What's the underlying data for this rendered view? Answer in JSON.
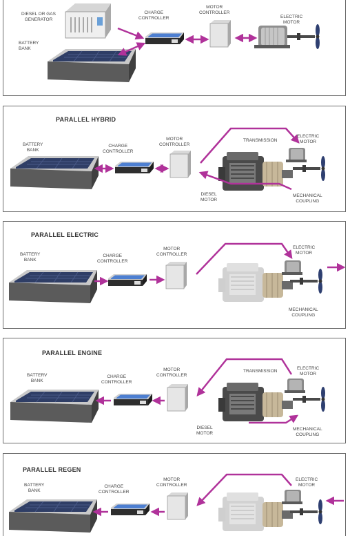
{
  "colors": {
    "arrow": "#b0329a",
    "battery_top": "#2f3e66",
    "controller_top": "#4d7fd1",
    "panel_border": "#6b6b6b",
    "label": "#444444"
  },
  "panels": [
    {
      "title": "",
      "labels": {
        "generator": [
          "DIESEL OR GAS",
          "GENERATOR"
        ],
        "battery": [
          "BATTERY",
          "BANK"
        ],
        "charge": [
          "CHARGE",
          "CONTROLLER"
        ],
        "motor_ctrl": [
          "MOTOR",
          "CONTROLLER"
        ],
        "electric": [
          "ELECTRIC",
          "MOTOR"
        ]
      }
    },
    {
      "title": "PARALLEL HYBRID",
      "labels": {
        "battery": [
          "BATTERY",
          "BANK"
        ],
        "charge": [
          "CHARGE",
          "CONTROLLER"
        ],
        "motor_ctrl": [
          "MOTOR",
          "CONTROLLER"
        ],
        "transmission": [
          "TRANSMISSION"
        ],
        "electric": [
          "ELECTRIC",
          "MOTOR"
        ],
        "diesel": [
          "DIESEL",
          "MOTOR"
        ],
        "coupling": [
          "MECHANICAL",
          "COUPLING"
        ]
      }
    },
    {
      "title": "PARALLEL ELECTRIC",
      "labels": {
        "battery": [
          "BATTERY",
          "BANK"
        ],
        "charge": [
          "CHARGE",
          "CONTROLLER"
        ],
        "motor_ctrl": [
          "MOTOR",
          "CONTROLLER"
        ],
        "electric": [
          "ELECTRIC",
          "MOTOR"
        ],
        "coupling": [
          "MECHANICAL",
          "COUPLING"
        ]
      }
    },
    {
      "title": "PARALLEL ENGINE",
      "labels": {
        "battery": [
          "BATTERV",
          "BANK"
        ],
        "charge": [
          "CHARGE",
          "CONTROLLER"
        ],
        "motor_ctrl": [
          "MOTOR",
          "CONTROLLER"
        ],
        "transmission": [
          "TRANSMISSION"
        ],
        "electric": [
          "ELECTRIC",
          "MOTOR"
        ],
        "diesel": [
          "DIESEL",
          "MOTOR"
        ],
        "coupling": [
          "MECHANICAL",
          "COUPLING"
        ]
      }
    },
    {
      "title": "PARALLEL REGEN",
      "labels": {
        "battery": [
          "BATTERY",
          "BANK"
        ],
        "charge": [
          "CHARGE",
          "CONTROLLER"
        ],
        "motor_ctrl": [
          "MOTOR",
          "CONTROLLER"
        ],
        "electric": [
          "ELECTRIC",
          "MOTOR"
        ]
      }
    }
  ]
}
